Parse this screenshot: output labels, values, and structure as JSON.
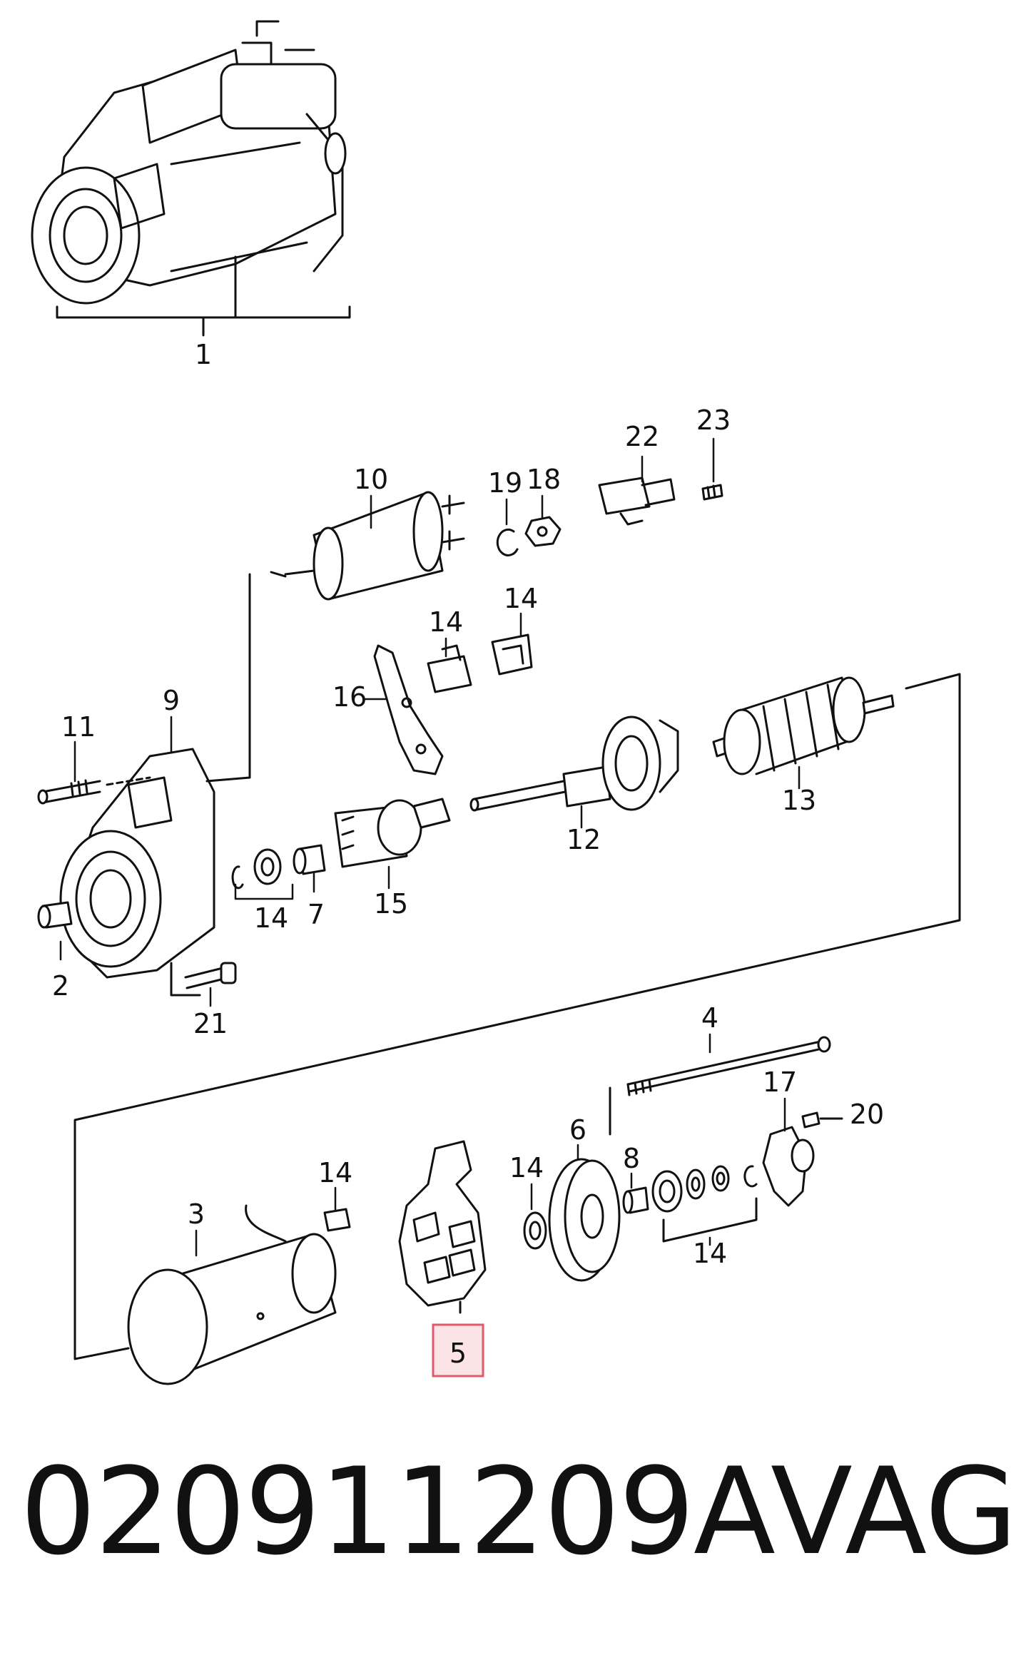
{
  "diagram": {
    "callouts": [
      {
        "id": "1",
        "label": "1"
      },
      {
        "id": "2",
        "label": "2"
      },
      {
        "id": "3",
        "label": "3"
      },
      {
        "id": "4",
        "label": "4"
      },
      {
        "id": "5",
        "label": "5",
        "highlighted": true
      },
      {
        "id": "6",
        "label": "6"
      },
      {
        "id": "7",
        "label": "7"
      },
      {
        "id": "8",
        "label": "8"
      },
      {
        "id": "9",
        "label": "9"
      },
      {
        "id": "10",
        "label": "10"
      },
      {
        "id": "11",
        "label": "11"
      },
      {
        "id": "12",
        "label": "12"
      },
      {
        "id": "13",
        "label": "13"
      },
      {
        "id": "14a",
        "label": "14"
      },
      {
        "id": "14b",
        "label": "14"
      },
      {
        "id": "14c",
        "label": "14"
      },
      {
        "id": "14d",
        "label": "14"
      },
      {
        "id": "14e",
        "label": "14"
      },
      {
        "id": "14f",
        "label": "14"
      },
      {
        "id": "15",
        "label": "15"
      },
      {
        "id": "16",
        "label": "16"
      },
      {
        "id": "17",
        "label": "17"
      },
      {
        "id": "18",
        "label": "18"
      },
      {
        "id": "19",
        "label": "19"
      },
      {
        "id": "20",
        "label": "20"
      },
      {
        "id": "21",
        "label": "21"
      },
      {
        "id": "22",
        "label": "22"
      },
      {
        "id": "23",
        "label": "23"
      }
    ],
    "highlight_color": "#e05a6a",
    "line_color": "#111111"
  },
  "footer": {
    "part_number": "020911209A",
    "brand": "VAG"
  }
}
